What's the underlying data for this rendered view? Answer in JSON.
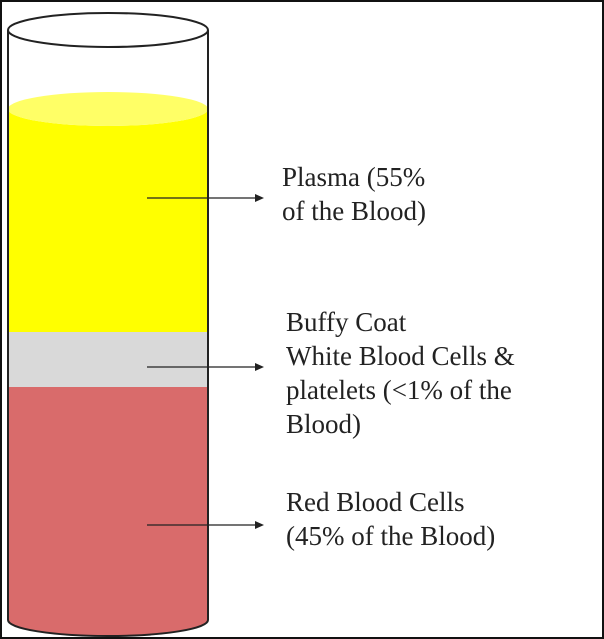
{
  "colors": {
    "plasma": "#ffff00",
    "buffy_coat": "#d9d9d9",
    "red_cells": "#d96b6b",
    "outline": "#222222"
  },
  "layers": [
    {
      "name": "plasma",
      "fraction_label": "55%",
      "lines": [
        "Plasma (55%",
        "of the Blood)"
      ]
    },
    {
      "name": "buffy_coat",
      "fraction_label": "<1%",
      "lines": [
        "Buffy Coat",
        "White Blood Cells &",
        "platelets (<1% of the",
        "Blood)"
      ]
    },
    {
      "name": "red_cells",
      "fraction_label": "45%",
      "lines": [
        "Red Blood Cells",
        "(45% of the Blood)"
      ]
    }
  ]
}
